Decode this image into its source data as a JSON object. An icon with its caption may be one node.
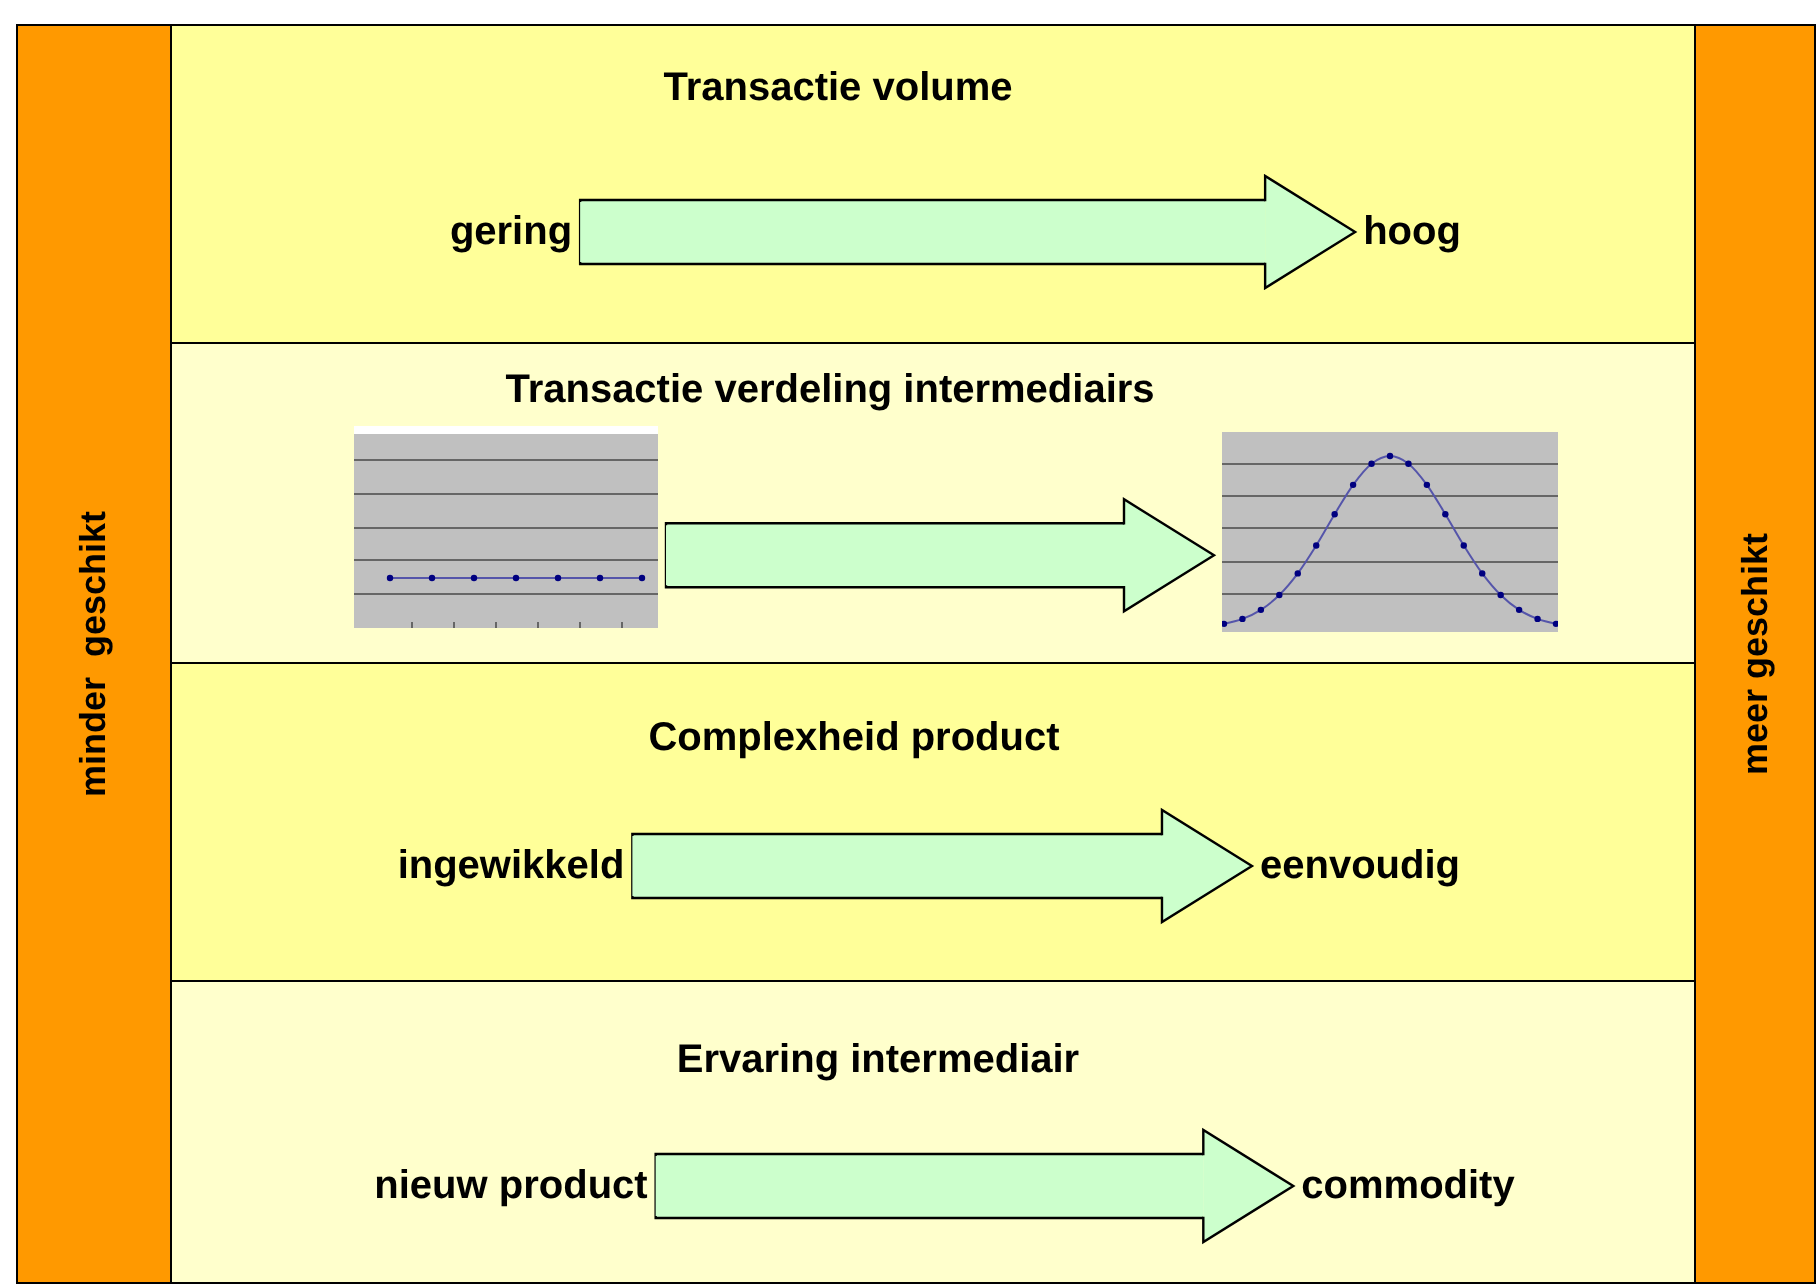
{
  "diagram": {
    "nodes": [
      {
        "text": [
          "minder  geschikt"
        ]
      },
      {
        "text": [
          "Transactie volume"
        ]
      },
      {
        "text": [
          "gering"
        ],
        "in": 1
      },
      {
        "text": [
          "hoog"
        ],
        "in": 1
      },
      {
        "text": [
          "Transactie verdeling intermediairs"
        ]
      },
      {
        "text": [],
        "shape": "picture",
        "in": 4
      },
      {
        "text": [],
        "shape": "picture",
        "in": 4
      },
      {
        "text": [
          "Complexheid product"
        ]
      },
      {
        "text": [
          "ingewikkeld"
        ],
        "in": 7
      },
      {
        "text": [
          "eenvoudig"
        ],
        "in": 7
      },
      {
        "text": [
          "Ervaring intermediair"
        ]
      },
      {
        "text": [
          "nieuw product"
        ],
        "in": 10
      },
      {
        "text": [
          "commodity"
        ],
        "in": 10
      },
      {
        "text": [
          "meer geschikt"
        ]
      }
    ],
    "edges": [
      {
        "from": 2,
        "to": 3,
        "arrow": "to"
      },
      {
        "from": 5,
        "to": 6,
        "arrow": "to"
      },
      {
        "from": 8,
        "to": 9,
        "arrow": "to"
      },
      {
        "from": 11,
        "to": 12,
        "arrow": "to"
      }
    ]
  }
}
